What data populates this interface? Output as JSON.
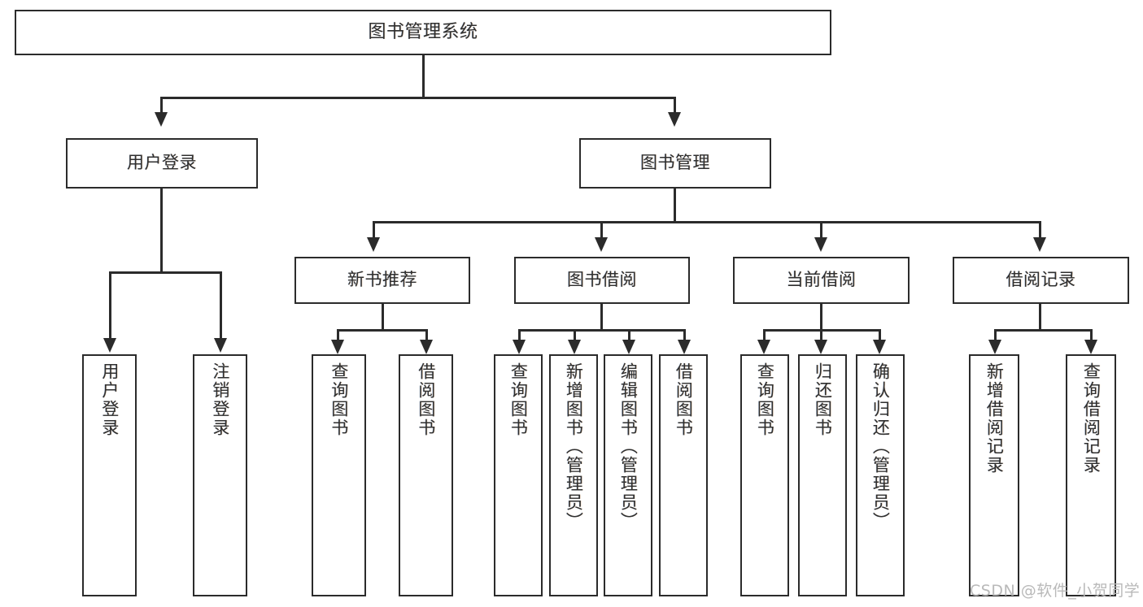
{
  "diagram": {
    "title": "图书管理系统",
    "type": "tree",
    "root": {
      "label": "图书管理系统"
    },
    "level2": [
      {
        "label": "用户登录"
      },
      {
        "label": "图书管理"
      }
    ],
    "level3": [
      {
        "label": "新书推荐"
      },
      {
        "label": "图书借阅"
      },
      {
        "label": "当前借阅"
      },
      {
        "label": "借阅记录"
      }
    ],
    "leaves": {
      "user_login": [
        {
          "label": "用户登录"
        },
        {
          "label": "注销登录"
        }
      ],
      "new_book": [
        {
          "label": "查询图书"
        },
        {
          "label": "借阅图书"
        }
      ],
      "book_borrow": [
        {
          "label": "查询图书"
        },
        {
          "label": "新增图书（管理员）"
        },
        {
          "label": "编辑图书（管理员）"
        },
        {
          "label": "借阅图书"
        }
      ],
      "current_borrow": [
        {
          "label": "查询图书"
        },
        {
          "label": "归还图书"
        },
        {
          "label": "确认归还（管理员）"
        }
      ],
      "borrow_record": [
        {
          "label": "新增借阅记录"
        },
        {
          "label": "查询借阅记录"
        }
      ]
    }
  },
  "watermark": {
    "text": "CSDN @软件_小贺同学"
  },
  "colors": {
    "stroke": "#2b2b2b",
    "text": "#2f2f2f",
    "background": "#ffffff",
    "watermark": "#b9b9b9"
  }
}
